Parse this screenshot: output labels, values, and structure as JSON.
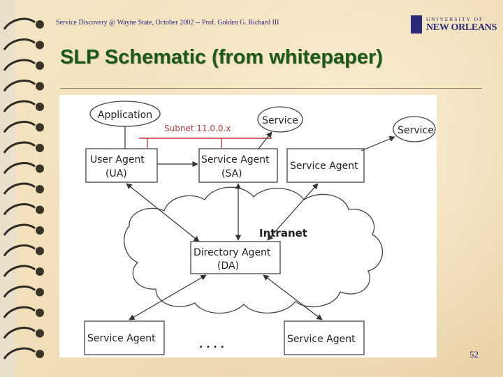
{
  "header": {
    "text": "Service Discovery @ Wayne State, October 2002 -- Prof. Golden G. Richard III",
    "logo_line1": "UNIVERSITY OF",
    "logo_line2": "NEW ORLEANS"
  },
  "title": "SLP Schematic (from whitepaper)",
  "diagram": {
    "application": "Application",
    "subnet": "Subnet 11.0.0.x",
    "service_1": "Service",
    "service_2": "Service",
    "user_agent": "User Agent",
    "user_agent_abbr": "(UA)",
    "service_agent": "Service Agent",
    "service_agent_abbr": "(SA)",
    "service_agent_right": "Service Agent",
    "intranet": "Intranet",
    "directory_agent": "Directory Agent",
    "directory_agent_abbr": "(DA)",
    "service_agent_bottom_left": "Service Agent",
    "service_agent_bottom_right": "Service Agent",
    "ellipsis": ". . . ."
  },
  "page_number": "52",
  "colors": {
    "title": "#1a5a16",
    "header": "#2a2580",
    "subnet": "#c23a3a",
    "background": "#f3e4c2"
  }
}
